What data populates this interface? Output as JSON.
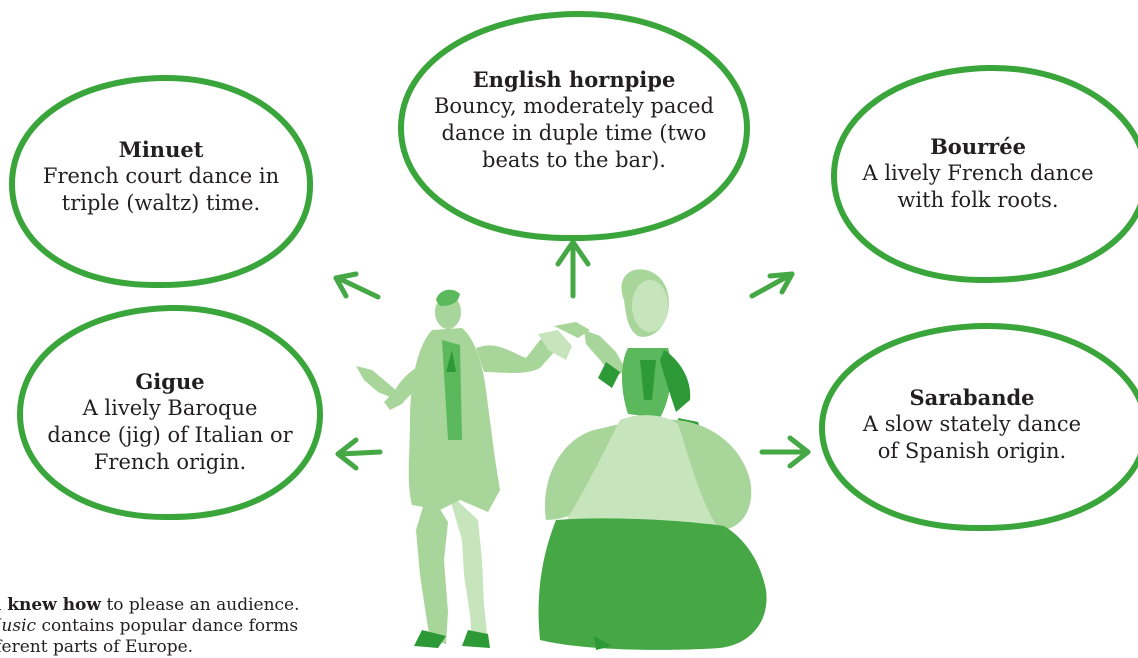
{
  "dances": [
    {
      "id": "minuet",
      "title": "Minuet",
      "lines": [
        "French court dance in",
        "triple (waltz) time."
      ]
    },
    {
      "id": "english-hornpipe",
      "title": "English hornpipe",
      "lines": [
        "Bouncy, moderately paced",
        "dance in duple time (two",
        "beats to the bar)."
      ]
    },
    {
      "id": "bourree",
      "title": "Bourrée",
      "lines": [
        "A lively French dance",
        "with folk roots."
      ]
    },
    {
      "id": "gigue",
      "title": "Gigue",
      "lines": [
        "A lively Baroque",
        "dance (jig) of Italian or",
        "French origin."
      ]
    },
    {
      "id": "sarabande",
      "title": "Sarabande",
      "lines": [
        "A slow stately dance",
        "of Spanish origin."
      ]
    }
  ],
  "caption": {
    "line1_bold": "el knew how",
    "line1_rest": " to please an audience.",
    "line2_italic": "Music",
    "line2_rest": " contains popular dance forms",
    "line3": "ifferent parts of Europe."
  },
  "colors": {
    "outline": "#3aa53a",
    "arrow": "#45a845",
    "dark_green": "#2e9a37",
    "mid_green": "#5cb85c",
    "light_green": "#a8d69a",
    "pale_green": "#c7e5bd"
  }
}
